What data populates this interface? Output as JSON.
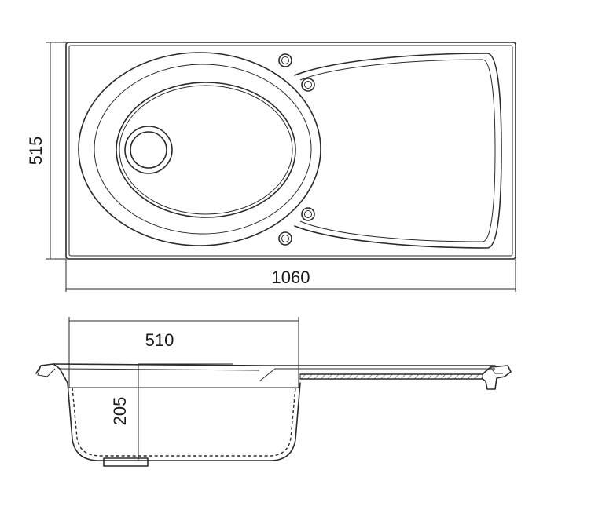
{
  "dimensions": {
    "width": "1060",
    "depth": "515",
    "bowl_width": "510",
    "bowl_depth": "205"
  }
}
